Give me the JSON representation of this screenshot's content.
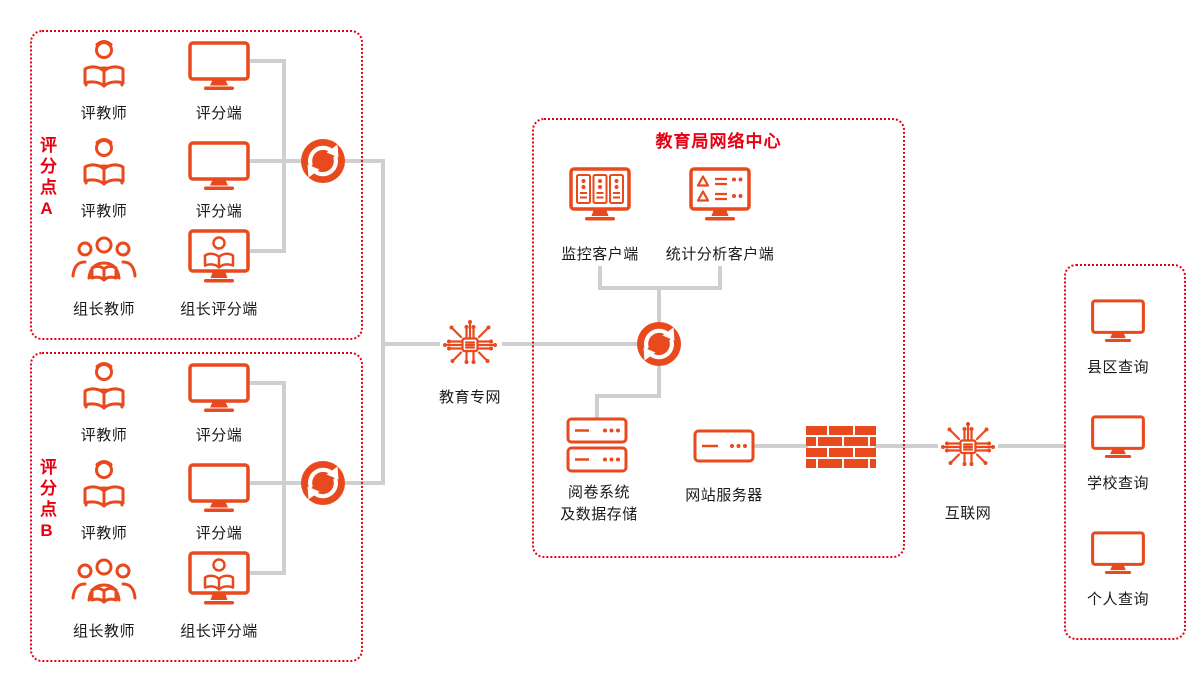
{
  "colors": {
    "primary": "#E8491D",
    "accent_red": "#E60012",
    "connector": "#CFCFCF",
    "text": "#1A1A1A"
  },
  "scoring_point_a": {
    "title": "评分点A",
    "rows": [
      {
        "person": "评教师",
        "terminal": "评分端"
      },
      {
        "person": "评教师",
        "terminal": "评分端"
      },
      {
        "person": "组长教师",
        "terminal": "组长评分端"
      }
    ]
  },
  "scoring_point_b": {
    "title": "评分点B",
    "rows": [
      {
        "person": "评教师",
        "terminal": "评分端"
      },
      {
        "person": "评教师",
        "terminal": "评分端"
      },
      {
        "person": "组长教师",
        "terminal": "组长评分端"
      }
    ]
  },
  "education_network_label": "教育专网",
  "network_center": {
    "title": "教育局网络中心",
    "monitoring_client": "监控客户端",
    "analysis_client": "统计分析客户端",
    "grading_storage": "阅卷系统\n及数据存储",
    "web_server": "网站服务器"
  },
  "internet_label": "互联网",
  "query_terminals": [
    "县区查询",
    "学校查询",
    "个人查询"
  ]
}
